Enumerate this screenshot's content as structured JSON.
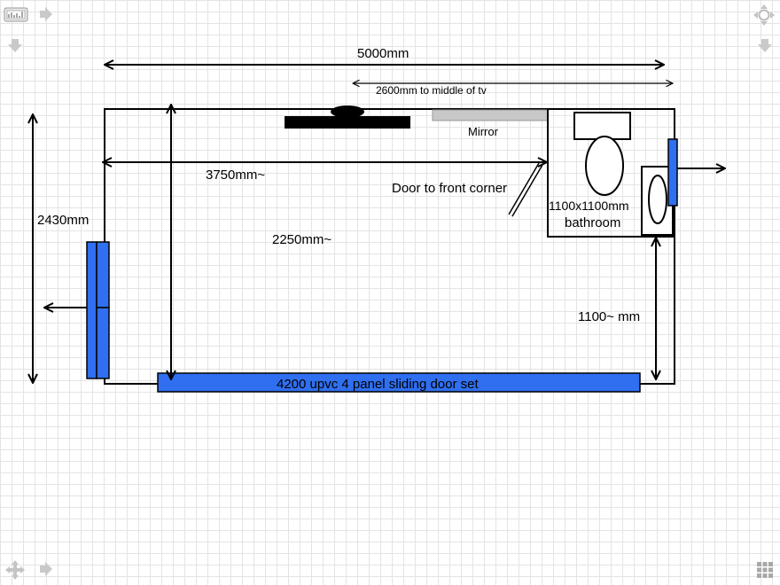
{
  "diagram": {
    "dim_total_width": "5000mm",
    "dim_tv": "2600mm to middle of tv",
    "mirror": "Mirror",
    "dim_inner_width": "3750mm~",
    "door_note": "Door to front corner",
    "bathroom_size": "1100x1100mm",
    "bathroom_name": "bathroom",
    "dim_height": "2430mm",
    "dim_inner_depth": "2250mm~",
    "dim_gap": "1100~ mm",
    "sliding_door": "4200 upvc 4 panel sliding door set"
  },
  "colors": {
    "accent_blue": "#2f6ff0",
    "wall": "#000000",
    "mirror_grey": "#c8c8c8",
    "grid": "#e4e4e4"
  },
  "toolbar_icons": [
    "shape-library-icon",
    "arrow-right-icon",
    "arrow-down-icon",
    "pan-control-icon",
    "move-icon",
    "grid-icon"
  ]
}
